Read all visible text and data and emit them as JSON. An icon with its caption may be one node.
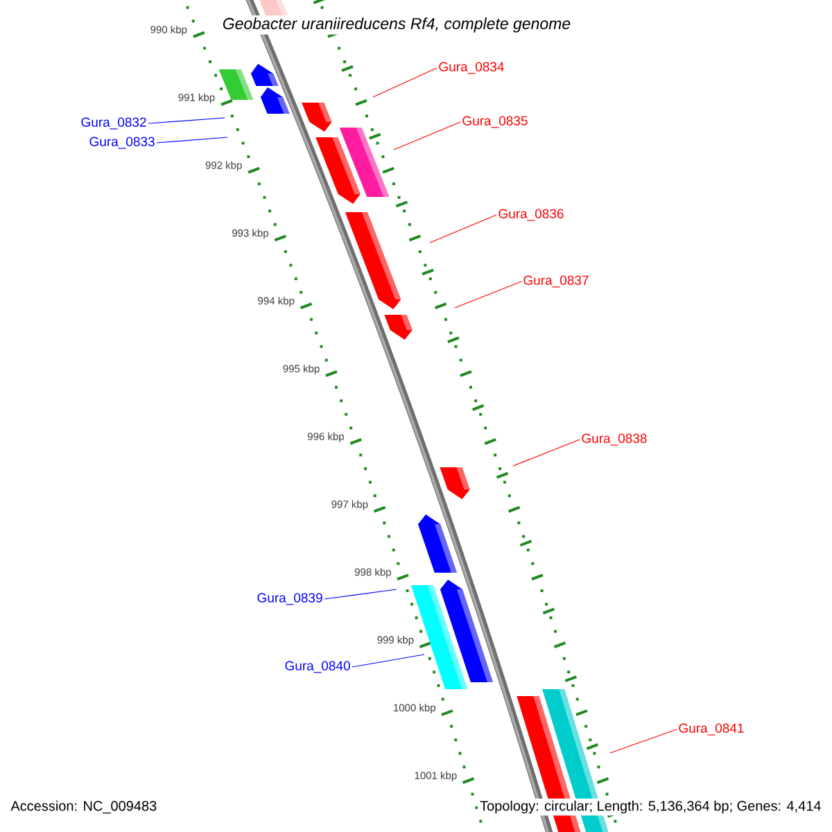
{
  "diagram": {
    "title": "Geobacter uraniireducens Rf4, complete genome",
    "nodes": [
      {
        "text": [
          "Gura_0832"
        ]
      },
      {
        "text": [
          "Gura_0833"
        ]
      },
      {
        "text": [
          "Gura_0834"
        ]
      },
      {
        "text": [
          "Gura_0835"
        ]
      },
      {
        "text": [
          "Gura_0836"
        ]
      },
      {
        "text": [
          "Gura_0837"
        ]
      },
      {
        "text": [
          "Gura_0838"
        ]
      },
      {
        "text": [
          "Gura_0839"
        ]
      },
      {
        "text": [
          "Gura_0840"
        ]
      },
      {
        "text": [
          "Gura_0841"
        ]
      }
    ],
    "edges": [
      {
        "from": 0,
        "to": null,
        "arrow": "none",
        "color": "#0000ff"
      },
      {
        "from": 1,
        "to": null,
        "arrow": "none",
        "color": "#0000ff"
      },
      {
        "from": 2,
        "to": null,
        "arrow": "none"
      },
      {
        "from": 3,
        "to": null,
        "arrow": "none"
      },
      {
        "from": 4,
        "to": null,
        "arrow": "none"
      },
      {
        "from": 5,
        "to": null,
        "arrow": "none"
      },
      {
        "from": 6,
        "to": null,
        "arrow": "none"
      },
      {
        "from": 7,
        "to": null,
        "arrow": "none",
        "color": "#0000ff"
      },
      {
        "from": 8,
        "to": null,
        "arrow": "none",
        "color": "#0000ff"
      },
      {
        "from": 9,
        "to": null,
        "arrow": "none"
      }
    ],
    "labels": [
      "990 kbp",
      "991 kbp",
      "992 kbp",
      "993 kbp",
      "994 kbp",
      "995 kbp",
      "996 kbp",
      "997 kbp",
      "998 kbp",
      "999 kbp",
      "1000 kbp",
      "1001 kbp",
      "Accession: NC_009483",
      "Topology: circular; Length: 5,136,364 bp; Genes: 4,414"
    ]
  }
}
